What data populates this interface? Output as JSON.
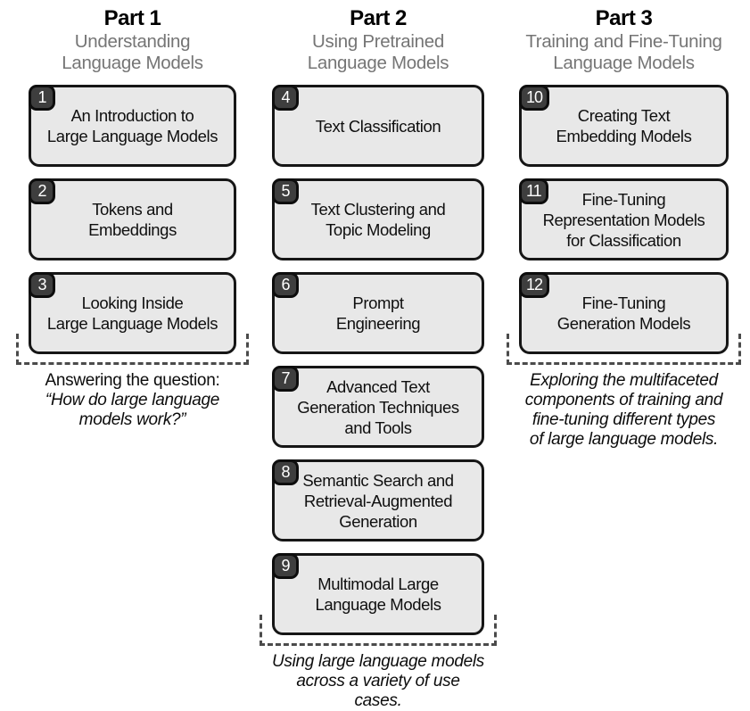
{
  "colors": {
    "background": "#ffffff",
    "box_fill": "#e8e8e8",
    "box_border": "#161616",
    "badge_fill": "#3e3e3e",
    "badge_text": "#ffffff",
    "subtitle_gray": "#757575",
    "bracket_dash": "#4b4b4b",
    "text": "#0f0f0f"
  },
  "parts": [
    {
      "title": "Part 1",
      "subtitle": [
        "Understanding",
        "Language Models"
      ],
      "chapters": [
        {
          "number": "1",
          "title": [
            "An Introduction to",
            "Large Language Models"
          ]
        },
        {
          "number": "2",
          "title": [
            "Tokens and",
            "Embeddings"
          ]
        },
        {
          "number": "3",
          "title": [
            "Looking Inside",
            "Large Language Models"
          ]
        }
      ],
      "caption_lead": "Answering the question:",
      "caption_italic": [
        "“How do large language",
        "models work?”"
      ]
    },
    {
      "title": "Part 2",
      "subtitle": [
        "Using Pretrained",
        "Language Models"
      ],
      "chapters": [
        {
          "number": "4",
          "title": [
            "Text Classification"
          ]
        },
        {
          "number": "5",
          "title": [
            "Text Clustering and",
            "Topic Modeling"
          ]
        },
        {
          "number": "6",
          "title": [
            "Prompt",
            "Engineering"
          ]
        },
        {
          "number": "7",
          "title": [
            "Advanced Text",
            "Generation Techniques",
            "and Tools"
          ]
        },
        {
          "number": "8",
          "title": [
            "Semantic Search and",
            "Retrieval-Augmented",
            "Generation"
          ]
        },
        {
          "number": "9",
          "title": [
            "Multimodal Large",
            "Language Models"
          ]
        }
      ],
      "caption_italic": [
        "Using large language models",
        "across a variety of use cases."
      ]
    },
    {
      "title": "Part 3",
      "subtitle": [
        "Training and Fine-Tuning",
        "Language Models"
      ],
      "chapters": [
        {
          "number": "10",
          "title": [
            "Creating Text",
            "Embedding Models"
          ]
        },
        {
          "number": "11",
          "title": [
            "Fine-Tuning",
            "Representation Models",
            "for Classification"
          ]
        },
        {
          "number": "12",
          "title": [
            "Fine-Tuning",
            "Generation Models"
          ]
        }
      ],
      "caption_italic": [
        "Exploring the multifaceted",
        "components of training and",
        "fine-tuning different types",
        "of large language models."
      ]
    }
  ]
}
